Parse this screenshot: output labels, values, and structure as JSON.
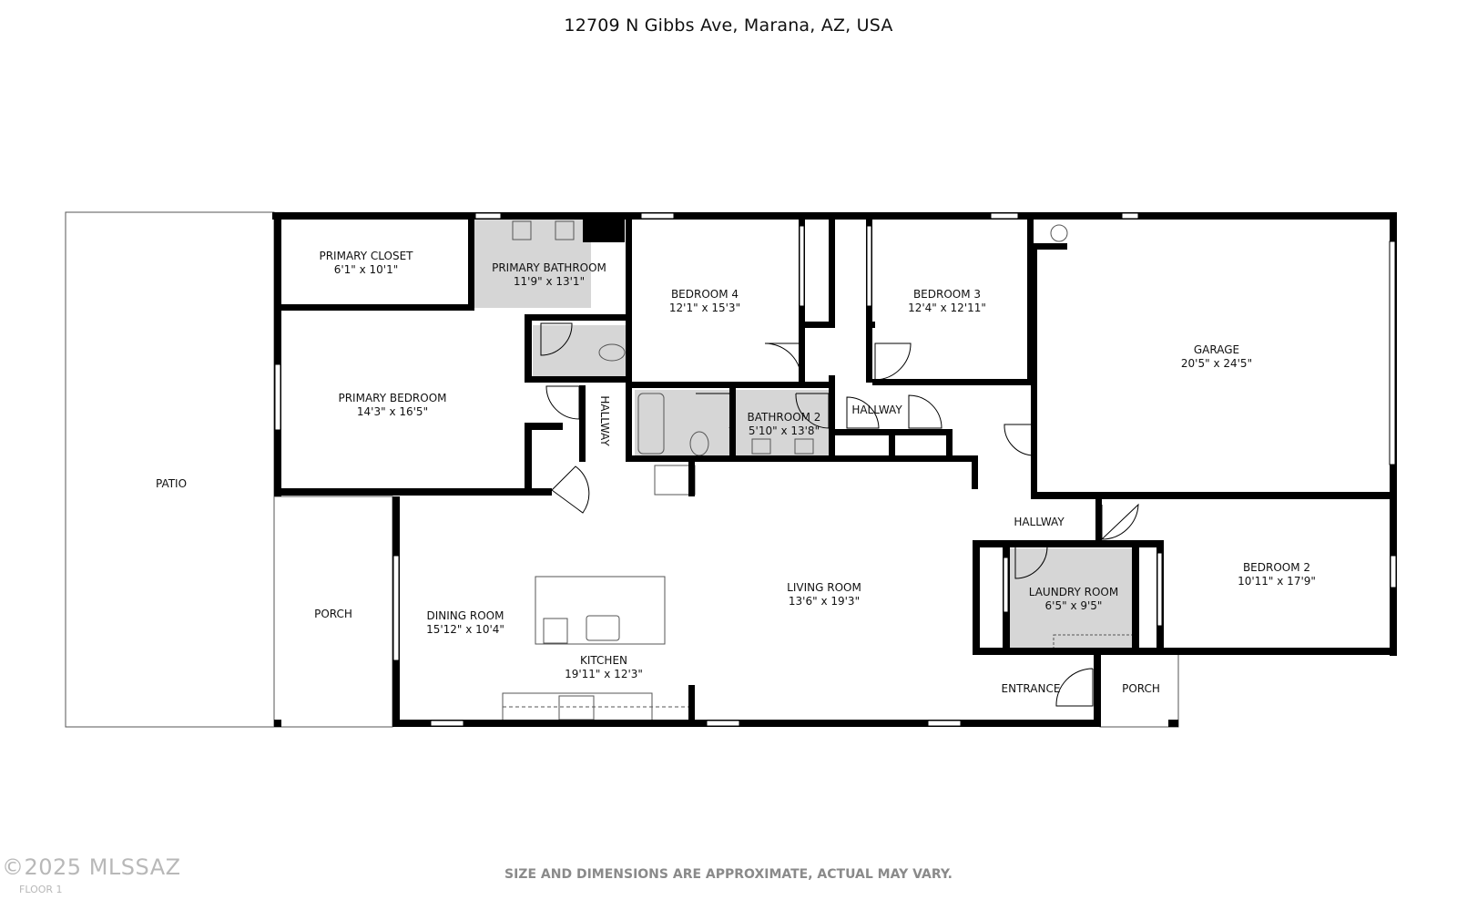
{
  "title": "12709 N Gibbs Ave, Marana, AZ, USA",
  "disclaimer": "SIZE AND DIMENSIONS ARE APPROXIMATE, ACTUAL MAY VARY.",
  "watermark": "©2025 MLSSAZ",
  "floor_label": "FLOOR 1",
  "rooms": {
    "patio": {
      "name": "PATIO",
      "dims": ""
    },
    "primary_closet": {
      "name": "PRIMARY CLOSET",
      "dims": "6'1\" x 10'1\""
    },
    "primary_bathroom": {
      "name": "PRIMARY BATHROOM",
      "dims": "11'9\" x 13'1\""
    },
    "primary_bedroom": {
      "name": "PRIMARY BEDROOM",
      "dims": "14'3\" x 16'5\""
    },
    "hallway_west": {
      "name": "HALLWAY",
      "dims": ""
    },
    "bedroom_4": {
      "name": "BEDROOM 4",
      "dims": "12'1\" x 15'3\""
    },
    "bedroom_3": {
      "name": "BEDROOM 3",
      "dims": "12'4\" x 12'11\""
    },
    "bathroom_2": {
      "name": "BATHROOM 2",
      "dims": "5'10\" x 13'8\""
    },
    "hallway_center": {
      "name": "HALLWAY",
      "dims": ""
    },
    "garage": {
      "name": "GARAGE",
      "dims": "20'5\" x 24'5\""
    },
    "hallway_east": {
      "name": "HALLWAY",
      "dims": ""
    },
    "porch_west": {
      "name": "PORCH",
      "dims": ""
    },
    "dining_room": {
      "name": "DINING ROOM",
      "dims": "15'12\" x 10'4\""
    },
    "living_room": {
      "name": "LIVING ROOM",
      "dims": "13'6\" x 19'3\""
    },
    "kitchen": {
      "name": "KITCHEN",
      "dims": "19'11\" x 12'3\""
    },
    "laundry_room": {
      "name": "LAUNDRY ROOM",
      "dims": "6'5\" x 9'5\""
    },
    "bedroom_2": {
      "name": "BEDROOM 2",
      "dims": "10'11\" x 17'9\""
    },
    "entrance": {
      "name": "ENTRANCE",
      "dims": ""
    },
    "porch_east": {
      "name": "PORCH",
      "dims": ""
    }
  },
  "colors": {
    "wall": "#000000",
    "wet_room_fill": "#d6d6d6",
    "outline": "#555555",
    "disclaimer": "#8a8a8a"
  }
}
